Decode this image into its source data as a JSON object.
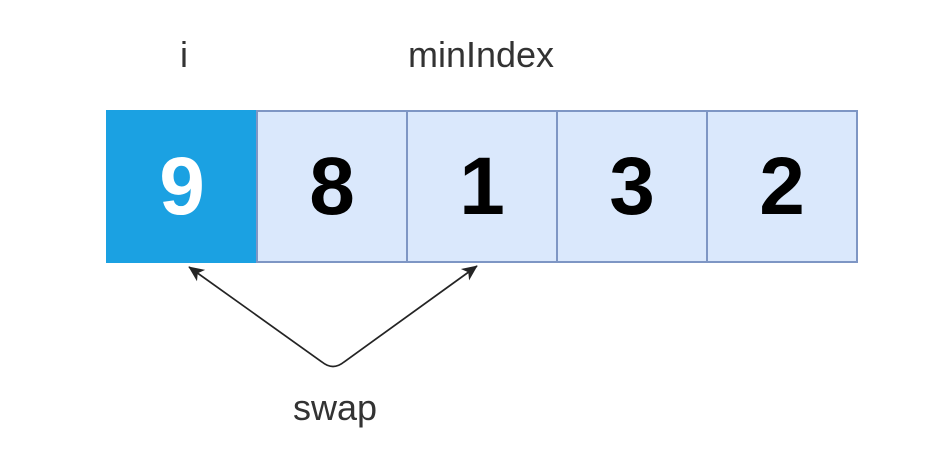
{
  "pointers": [
    {
      "label": "i",
      "target_cell_index": 0
    },
    {
      "label": "minIndex",
      "target_cell_index": 2
    }
  ],
  "array": {
    "cells": [
      {
        "value": "9",
        "highlighted": true
      },
      {
        "value": "8",
        "highlighted": false
      },
      {
        "value": "1",
        "highlighted": false
      },
      {
        "value": "3",
        "highlighted": false
      },
      {
        "value": "2",
        "highlighted": false
      }
    ]
  },
  "swap": {
    "label": "swap"
  },
  "colors": {
    "highlight_fill": "#1BA1E2",
    "cell_fill": "#DAE8FC",
    "cell_border": "#7E96C4",
    "highlight_text": "#FFFFFF",
    "cell_text": "#000000",
    "label_text": "#333333",
    "arrow": "#242424",
    "background": "#FFFFFF"
  }
}
